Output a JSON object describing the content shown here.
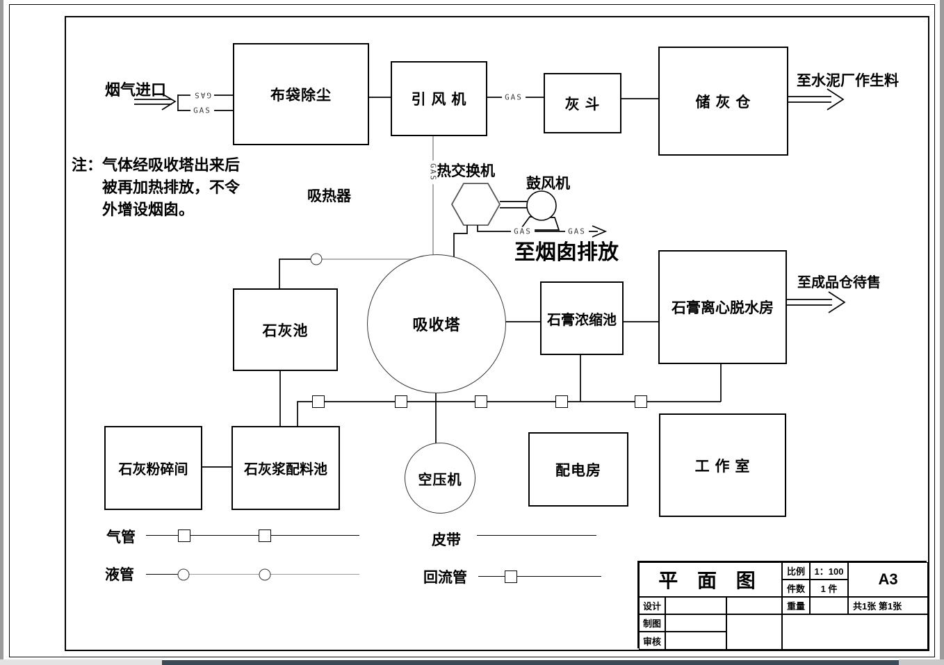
{
  "note": {
    "lines": [
      "注：气体经吸收塔出来后",
      "被再加热排放，不令",
      "外增设烟囱。"
    ]
  },
  "flow": {
    "gas_inlet": "烟气进口",
    "to_cement_plant": "至水泥厂作生料",
    "to_stack": "至烟囱排放",
    "to_product_silo": "至成品仓待售",
    "heat_absorber": "吸热器",
    "heat_exchanger": "热交换机",
    "blower": "鼓风机",
    "gas": "GAS"
  },
  "equipment": {
    "bag_filter": "布袋除尘",
    "id_fan": "引 风 机",
    "ash_hopper": "灰 斗",
    "ash_silo": "储 灰 仓",
    "lime_pool": "石灰池",
    "absorber": "吸收塔",
    "gypsum_thickener": "石膏浓缩池",
    "gypsum_dewatering": "石膏离心脱水房",
    "lime_crusher": "石灰粉碎间",
    "lime_slurry": "石灰浆配料池",
    "air_compressor": "空压机",
    "power_room": "配电房",
    "workroom": "工 作 室"
  },
  "legend": {
    "gas_pipe": "气管",
    "liquid_pipe": "液管",
    "belt": "皮带",
    "return_pipe": "回流管"
  },
  "title_block": {
    "title": "平 面 图",
    "scale_label": "比例",
    "scale_value": "1：100",
    "qty_label": "件数",
    "qty_value": "1 件",
    "sheet_size": "A3",
    "design_label": "设计",
    "draft_label": "制图",
    "review_label": "审核",
    "weight_label": "重量",
    "sheets": "共1张  第1张"
  }
}
